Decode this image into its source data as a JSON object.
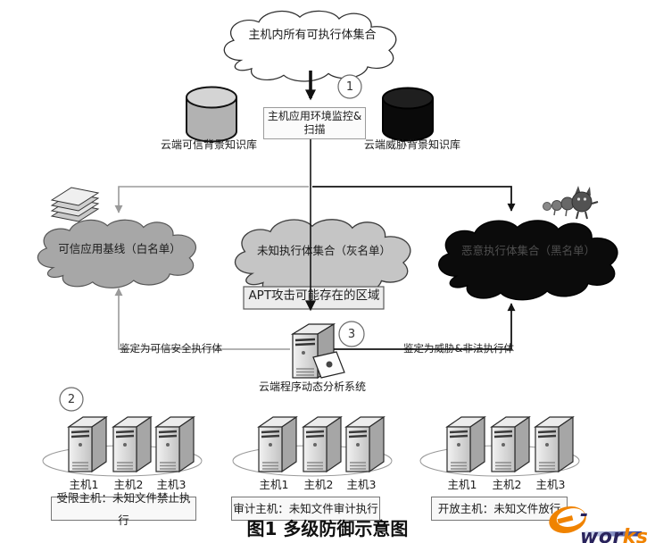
{
  "figure": {
    "caption": "图1 多级防御示意图",
    "steps": {
      "step1": "1",
      "step2": "2",
      "step3": "3"
    },
    "top_cloud_label": "主机内所有可执行体集合",
    "trusted_kb_label": "云端可信背景知识库",
    "threat_kb_label": "云端威胁背景知识库",
    "monitor_box_line1": "主机应用环境监控&",
    "monitor_box_line2": "扫描",
    "whitelist_cloud_label": "可信应用基线（白名单）",
    "graylist_cloud_label": "未知执行体集合（灰名单）",
    "blacklist_cloud_label": "恶意执行体集合（黑名单）",
    "apt_zone_label": "APT攻击可能存在的区域",
    "analysis_system_label": "云端程序动态分析系统",
    "trusted_verdict_label": "鉴定为可信安全执行体",
    "threat_verdict_label": "鉴定为威胁&非法执行体",
    "host_groups": [
      {
        "hosts": [
          "主机1",
          "主机2",
          "主机3"
        ],
        "policy": "受限主机：未知文件禁止执行"
      },
      {
        "hosts": [
          "主机1",
          "主机2",
          "主机3"
        ],
        "policy": "审计主机：未知文件审计执行"
      },
      {
        "hosts": [
          "主机1",
          "主机2",
          "主机3"
        ],
        "policy": "开放主机：未知文件放行"
      }
    ],
    "colors": {
      "whitelist_cloud": "#a7a7a7",
      "graylist_cloud": "#c5c5c5",
      "blacklist_cloud": "#0b0b0b",
      "gray_line": "#9a9a9a",
      "black_line": "#141414"
    }
  },
  "logo": {
    "brand_prefix": "-wor",
    "brand_suffix": "ks",
    "orange": "#f08300",
    "blue": "#2b3990"
  }
}
